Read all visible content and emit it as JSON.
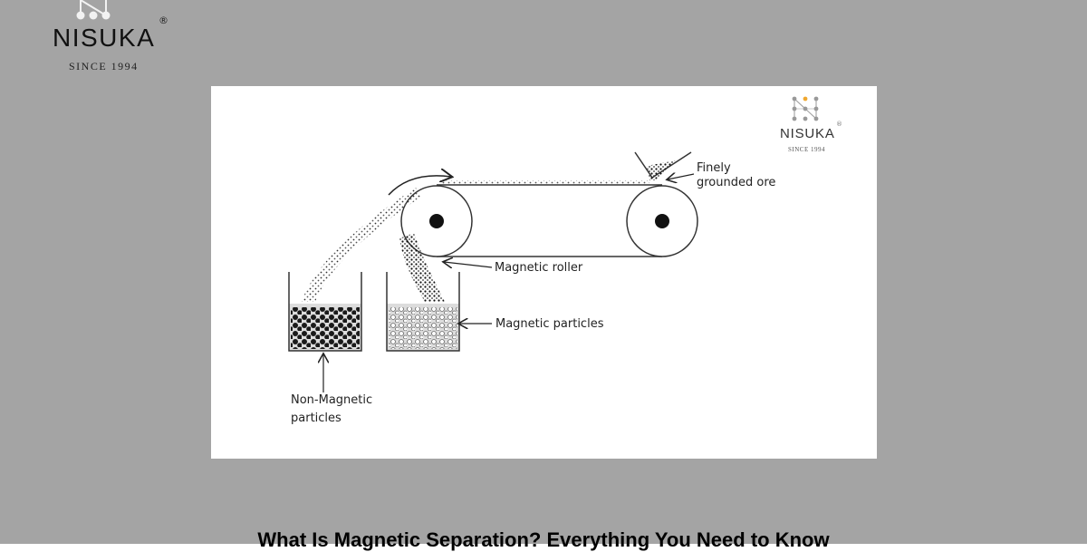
{
  "page": {
    "background_color": "#a4a4a4",
    "title": "What Is Magnetic Separation? Everything You Need to Know"
  },
  "brand": {
    "name": "NISUKA",
    "since": "SINCE 1994",
    "registered": "®",
    "accent_color": "#f0a830"
  },
  "figure": {
    "background_color": "#ffffff",
    "labels": {
      "ore": [
        "Finely",
        "grounded ore"
      ],
      "roller": "Magnetic roller",
      "magnetic": "Magnetic particles",
      "non_magnetic": [
        "Non-Magnetic",
        "particles"
      ]
    }
  }
}
